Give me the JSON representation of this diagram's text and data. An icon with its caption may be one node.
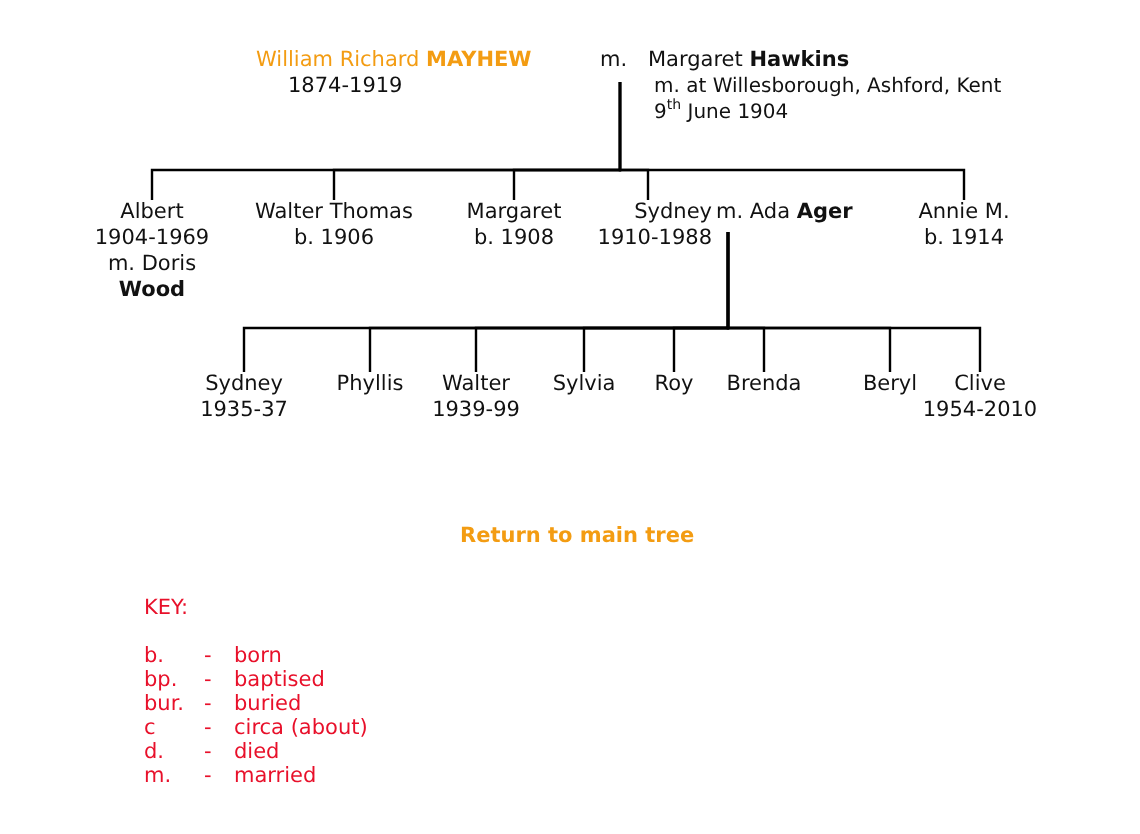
{
  "diagram": {
    "nodes": [
      {
        "text": [
          "William Richard **MAYHEW**",
          "1874-1919"
        ]
      },
      {
        "text": [
          "m."
        ]
      },
      {
        "text": [
          "Margaret **Hawkins**",
          "m. at Willesborough, Ashford, Kent",
          "9$^{th}$ June 1904"
        ]
      },
      {
        "text": [
          "Albert",
          "1904-1969",
          "m. Doris **Wood**"
        ]
      },
      {
        "text": [
          "Walter Thomas",
          "b. 1906"
        ]
      },
      {
        "text": [
          "Margaret",
          "b. 1908"
        ]
      },
      {
        "text": [
          "Sydney",
          "1910-1988"
        ]
      },
      {
        "text": [
          "m. Ada **Ager**"
        ]
      },
      {
        "text": [
          "Annie M.",
          "b. 1914"
        ]
      },
      {
        "text": [
          "Sydney",
          "1935-37"
        ]
      },
      {
        "text": [
          "Phyllis"
        ]
      },
      {
        "text": [
          "Walter",
          "1939-99"
        ]
      },
      {
        "text": [
          "Sylvia"
        ]
      },
      {
        "text": [
          "Roy"
        ]
      },
      {
        "text": [
          "Brenda"
        ]
      },
      {
        "text": [
          "Beryl"
        ]
      },
      {
        "text": [
          "Clive",
          "1954-2010"
        ]
      }
    ],
    "edges": [
      {
        "from": 1,
        "to": 3,
        "arrow": "none"
      },
      {
        "from": 1,
        "to": 4,
        "arrow": "none"
      },
      {
        "from": 1,
        "to": 5,
        "arrow": "none"
      },
      {
        "from": 1,
        "to": 6,
        "arrow": "none"
      },
      {
        "from": 1,
        "to": 8,
        "arrow": "none"
      },
      {
        "from": 7,
        "to": 9,
        "arrow": "none"
      },
      {
        "from": 7,
        "to": 10,
        "arrow": "none"
      },
      {
        "from": 7,
        "to": 11,
        "arrow": "none"
      },
      {
        "from": 7,
        "to": 12,
        "arrow": "none"
      },
      {
        "from": 7,
        "to": 13,
        "arrow": "none"
      },
      {
        "from": 7,
        "to": 14,
        "arrow": "none"
      },
      {
        "from": 7,
        "to": 15,
        "arrow": "none"
      },
      {
        "from": 7,
        "to": 16,
        "arrow": "none"
      }
    ],
    "labels": [
      "Return to main tree",
      "KEY:",
      "b.",
      "-",
      "born",
      "bp.",
      "-",
      "baptised",
      "bur.",
      "-",
      "buried",
      "c",
      "-",
      "circa (about)",
      "d.",
      "-",
      "died",
      "m.",
      "-",
      "married"
    ]
  }
}
